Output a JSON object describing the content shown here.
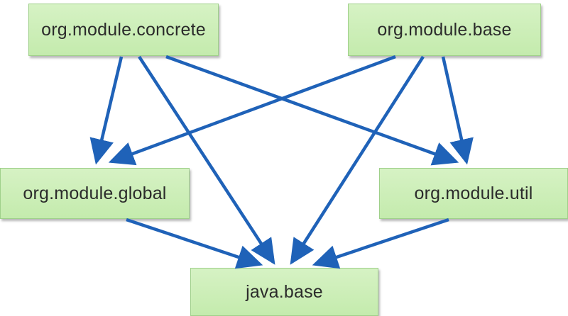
{
  "diagram": {
    "nodes": {
      "concrete": "org.module.concrete",
      "base": "org.module.base",
      "global": "org.module.global",
      "util": "org.module.util",
      "java": "java.base"
    },
    "edge_color": "#1f62b8",
    "node_color": "#c9edb3",
    "edges": [
      {
        "from": "org.module.concrete",
        "to": "org.module.global"
      },
      {
        "from": "org.module.concrete",
        "to": "java.base"
      },
      {
        "from": "org.module.concrete",
        "to": "org.module.util"
      },
      {
        "from": "org.module.base",
        "to": "org.module.global"
      },
      {
        "from": "org.module.base",
        "to": "java.base"
      },
      {
        "from": "org.module.base",
        "to": "org.module.util"
      },
      {
        "from": "org.module.global",
        "to": "java.base"
      },
      {
        "from": "org.module.util",
        "to": "java.base"
      }
    ]
  }
}
